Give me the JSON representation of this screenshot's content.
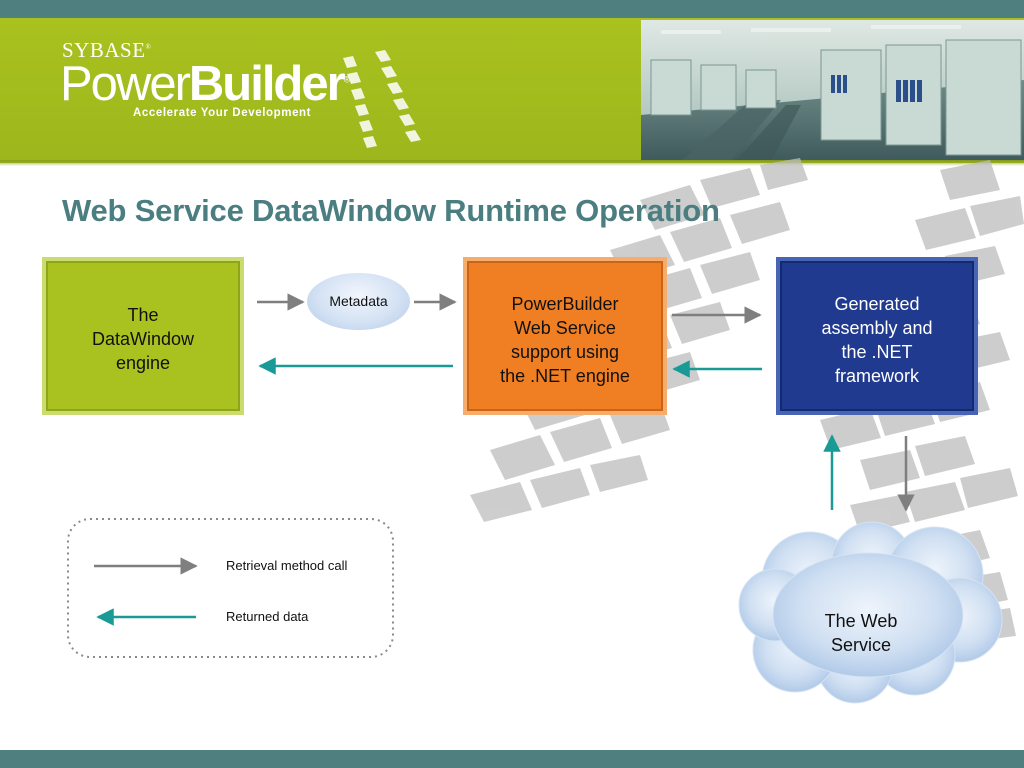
{
  "branding": {
    "company": "SYBASE",
    "product_light": "Power",
    "product_bold": "Builder",
    "tagline": "Accelerate Your Development"
  },
  "slide": {
    "title": "Web Service DataWindow Runtime Operation"
  },
  "diagram": {
    "nodes": {
      "datawindow": {
        "lines": [
          "The",
          "DataWindow",
          "engine"
        ]
      },
      "metadata": {
        "label": "Metadata"
      },
      "powerbuilder": {
        "lines": [
          "PowerBuilder",
          "Web Service",
          "support using",
          "the .NET engine"
        ]
      },
      "generated": {
        "lines": [
          "Generated",
          "assembly and",
          "the .NET",
          "framework"
        ]
      },
      "webservice": {
        "lines": [
          "The Web",
          "Service"
        ]
      }
    },
    "edges": [
      {
        "from": "datawindow",
        "to": "metadata",
        "kind": "call"
      },
      {
        "from": "metadata",
        "to": "powerbuilder",
        "kind": "call"
      },
      {
        "from": "powerbuilder",
        "to": "datawindow",
        "kind": "return"
      },
      {
        "from": "powerbuilder",
        "to": "generated",
        "kind": "call"
      },
      {
        "from": "generated",
        "to": "powerbuilder",
        "kind": "return"
      },
      {
        "from": "generated",
        "to": "webservice",
        "kind": "call"
      },
      {
        "from": "webservice",
        "to": "generated",
        "kind": "return"
      }
    ]
  },
  "legend": {
    "call_label": "Retrieval method call",
    "return_label": "Returned data"
  },
  "colors": {
    "call_arrow": "#7f7f7f",
    "return_arrow": "#1a9a96",
    "datawindow_box": "#a9c21f",
    "powerbuilder_box": "#f07f24",
    "generated_box": "#1f3a8f",
    "cloud": "#bcd3ee",
    "title": "#4b7e80",
    "banner": "#a9c21f",
    "strip": "#4f7f7f"
  },
  "icons": {
    "banner_image": "office-cubicles-photo",
    "background_graphic": "tire-tread-track"
  }
}
